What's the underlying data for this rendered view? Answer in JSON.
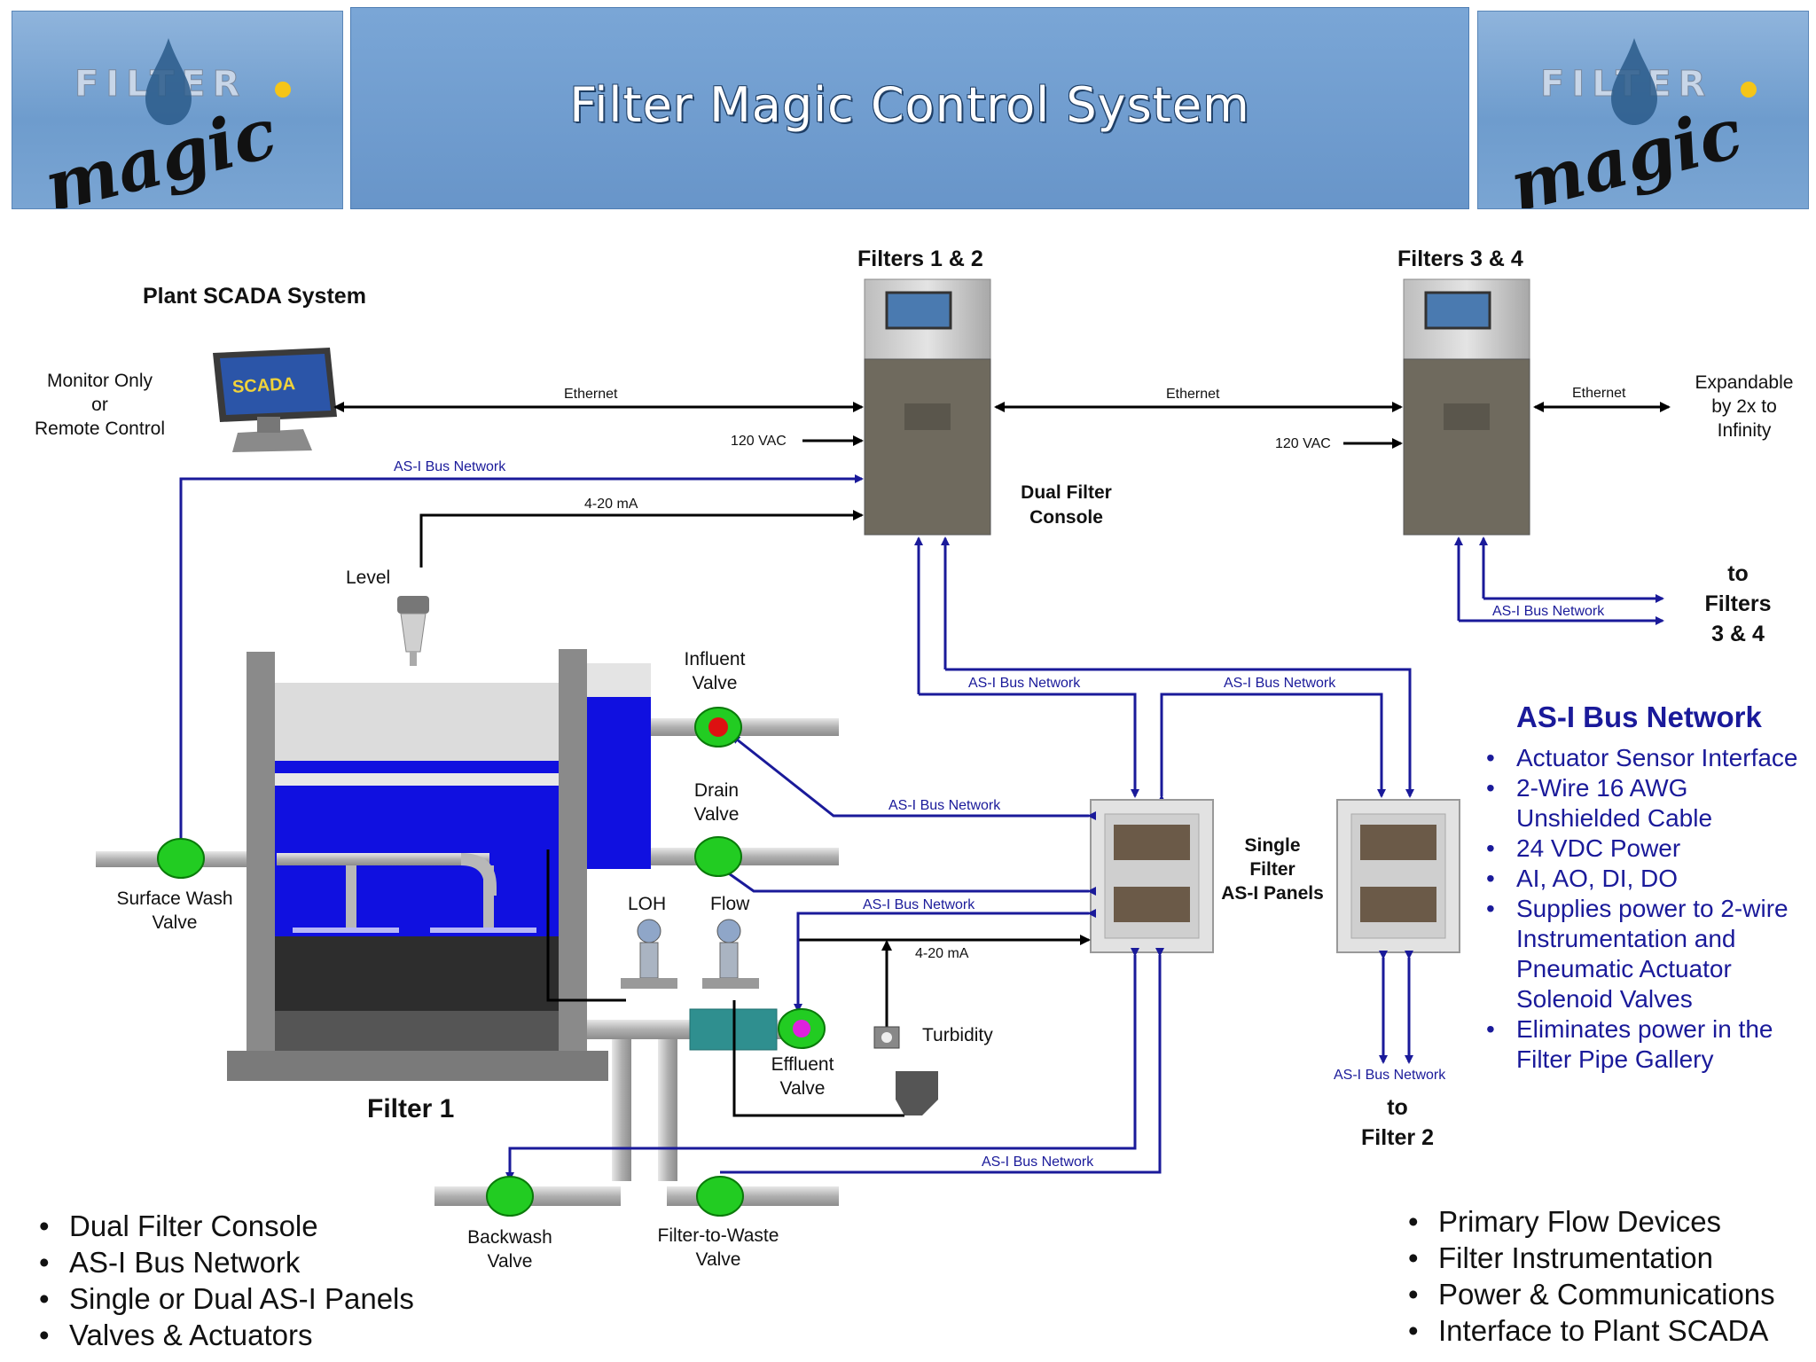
{
  "header": {
    "title": "Filter Magic Control System",
    "logo_text_top": "FILTER",
    "logo_text_script": "magic"
  },
  "labels": {
    "filters_12": "Filters 1 & 2",
    "filters_34": "Filters 3 & 4",
    "plant_scada": "Plant SCADA System",
    "monitor_line1": "Monitor Only",
    "monitor_line2": "or",
    "monitor_line3": "Remote Control",
    "scada_screen": "SCADA",
    "ethernet": "Ethernet",
    "vac": "120 VAC",
    "asi_bus": "AS-I Bus Network",
    "ma": "4-20 mA",
    "dual_filter_1": "Dual Filter",
    "dual_filter_2": "Console",
    "expandable_1": "Expandable",
    "expandable_2": "by 2x to",
    "expandable_3": "Infinity",
    "to_filters_1": "to",
    "to_filters_2": "Filters",
    "to_filters_3": "3 & 4",
    "level": "Level",
    "influent_1": "Influent",
    "influent_2": "Valve",
    "drain_1": "Drain",
    "drain_2": "Valve",
    "surface_wash_1": "Surface Wash",
    "surface_wash_2": "Valve",
    "loh": "LOH",
    "flow": "Flow",
    "turbidity": "Turbidity",
    "effluent_1": "Effluent",
    "effluent_2": "Valve",
    "filter1": "Filter 1",
    "single_1": "Single",
    "single_2": "Filter",
    "single_3": "AS-I Panels",
    "to_filter2_1": "to",
    "to_filter2_2": "Filter 2",
    "backwash_1": "Backwash",
    "backwash_2": "Valve",
    "ftw_1": "Filter-to-Waste",
    "ftw_2": "Valve"
  },
  "asi_panel": {
    "heading": "AS-I Bus Network",
    "items": [
      "Actuator Sensor Interface",
      "2-Wire 16 AWG",
      "Unshielded Cable",
      "24 VDC Power",
      "AI, AO, DI, DO",
      "Supplies power to 2-wire",
      "Instrumentation and",
      "Pneumatic Actuator",
      "Solenoid Valves",
      "Eliminates power in the",
      "Filter Pipe Gallery"
    ]
  },
  "bullets_left": [
    "Dual Filter Console",
    "AS-I Bus Network",
    "Single or Dual AS-I Panels",
    "Valves & Actuators"
  ],
  "bullets_right": [
    "Primary Flow Devices",
    "Filter Instrumentation",
    "Power & Communications",
    "Interface to Plant SCADA"
  ],
  "colors": {
    "bus": "#1a1a9a",
    "valve": "#22cc22",
    "water": "#1010e0",
    "pipe": "#b8b8b8",
    "banner": "#6e9ccd"
  }
}
